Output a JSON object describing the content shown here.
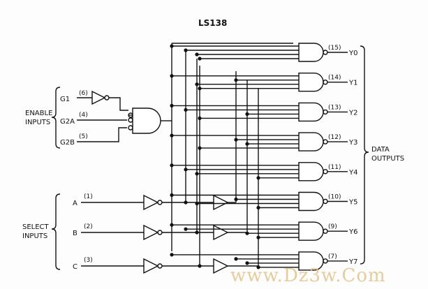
{
  "title": "LS138",
  "enable": {
    "group_label_line1": "ENABLE",
    "group_label_line2": "INPUTS",
    "inputs": [
      {
        "name": "G1",
        "pin": "(6)"
      },
      {
        "name": "G2A",
        "pin": "(4)"
      },
      {
        "name": "G2B",
        "pin": "(5)"
      }
    ]
  },
  "select": {
    "group_label_line1": "SELECT",
    "group_label_line2": "INPUTS",
    "inputs": [
      {
        "name": "A",
        "pin": "(1)"
      },
      {
        "name": "B",
        "pin": "(2)"
      },
      {
        "name": "C",
        "pin": "(3)"
      }
    ]
  },
  "outputs": {
    "group_label_line1": "DATA",
    "group_label_line2": "OUTPUTS",
    "items": [
      {
        "name": "Y0",
        "pin": "(15)"
      },
      {
        "name": "Y1",
        "pin": "(14)"
      },
      {
        "name": "Y2",
        "pin": "(13)"
      },
      {
        "name": "Y3",
        "pin": "(12)"
      },
      {
        "name": "Y4",
        "pin": "(11)"
      },
      {
        "name": "Y5",
        "pin": "(10)"
      },
      {
        "name": "Y6",
        "pin": "(9)"
      },
      {
        "name": "Y7",
        "pin": "(7)"
      }
    ]
  },
  "watermark": "www.Dz3w.Com"
}
